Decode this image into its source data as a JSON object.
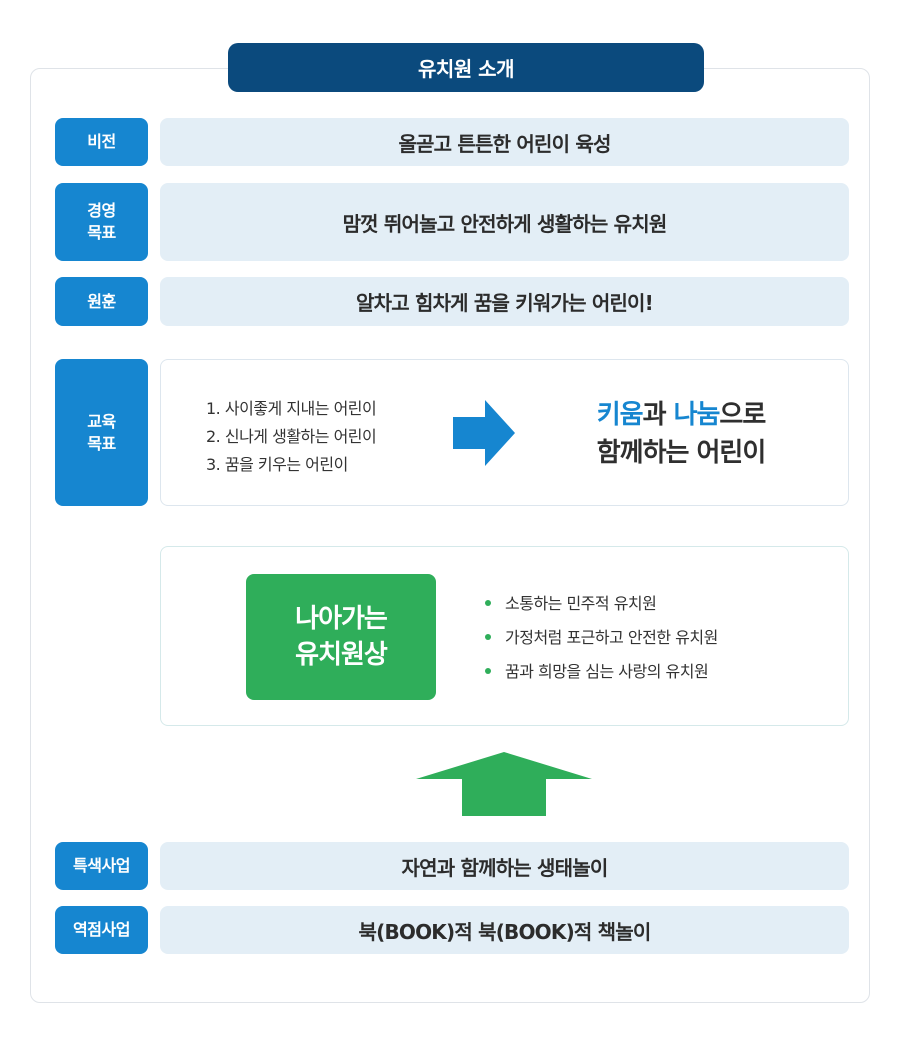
{
  "title": "유치원 소개",
  "rows": {
    "vision": {
      "label": "비전",
      "text": "올곧고 튼튼한 어린이 육성"
    },
    "management": {
      "label_line1": "경영",
      "label_line2": "목표",
      "text": "맘껏 뛰어놀고 안전하게 생활하는 유치원"
    },
    "motto": {
      "label": "원훈",
      "text": "알차고 힘차게 꿈을 키워가는 어린이!"
    },
    "education": {
      "label_line1": "교육",
      "label_line2": "목표",
      "items": [
        "1. 사이좋게 지내는 어린이",
        "2. 신나게 생활하는 어린이",
        "3. 꿈을 키우는 어린이"
      ],
      "summary": {
        "hl1": "키움",
        "mid1": "과 ",
        "hl2": "나눔",
        "mid2": "으로",
        "line2": "함께하는 어린이"
      }
    },
    "ideal": {
      "badge_line1": "나아가는",
      "badge_line2": "유치원상",
      "items": [
        "소통하는 민주적 유치원",
        "가정처럼 포근하고 안전한 유치원",
        "꿈과 희망을 심는 사랑의 유치원"
      ]
    },
    "special": {
      "label": "특색사업",
      "text": "자연과 함께하는 생태놀이"
    },
    "focus": {
      "label": "역점사업",
      "text": "북(BOOK)적 북(BOOK)적 책놀이"
    }
  },
  "colors": {
    "title_bg": "#0b4a7d",
    "label_bg": "#1686d0",
    "content_bg": "#e3eef6",
    "highlight": "#1686d0",
    "green": "#2fae5a"
  },
  "icons": {
    "edu_arrow": "arrow-right-icon",
    "up_arrow": "arrow-up-icon"
  }
}
